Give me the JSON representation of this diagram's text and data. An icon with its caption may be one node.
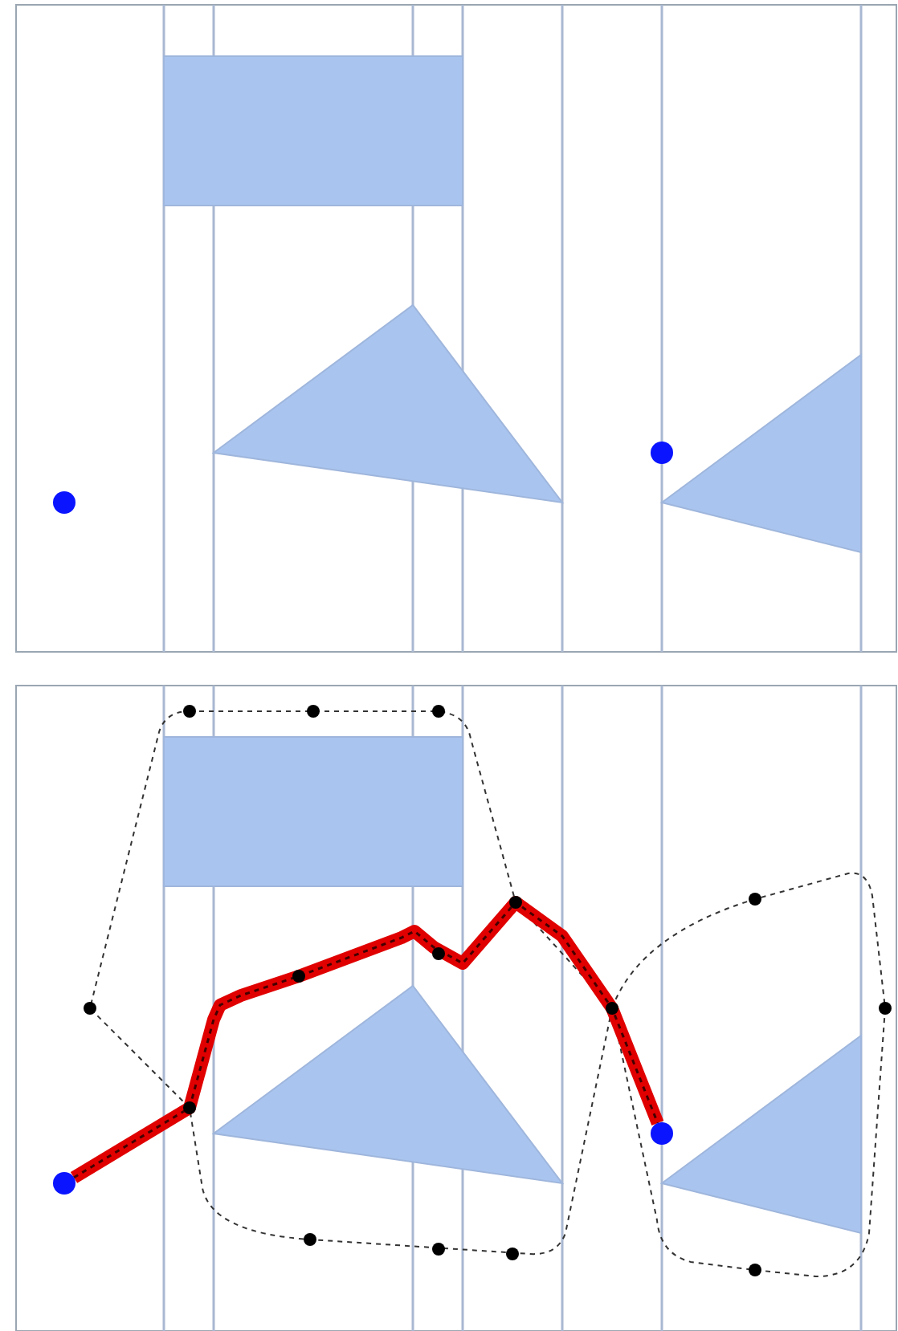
{
  "diagram": {
    "nodes": [
      {
        "text": [],
        "shape": "box"
      },
      {
        "text": [],
        "shape": "triangle"
      },
      {
        "text": [],
        "shape": "triangle"
      },
      {
        "text": [],
        "shape": "circle"
      },
      {
        "text": [],
        "shape": "circle"
      },
      {
        "text": [],
        "shape": "box"
      },
      {
        "text": [],
        "shape": "triangle"
      },
      {
        "text": [],
        "shape": "triangle"
      },
      {
        "text": [],
        "shape": "circle"
      },
      {
        "text": [],
        "shape": "circle"
      }
    ],
    "edges": [
      {
        "from": 8,
        "to": 9,
        "arrow": "none"
      }
    ]
  }
}
